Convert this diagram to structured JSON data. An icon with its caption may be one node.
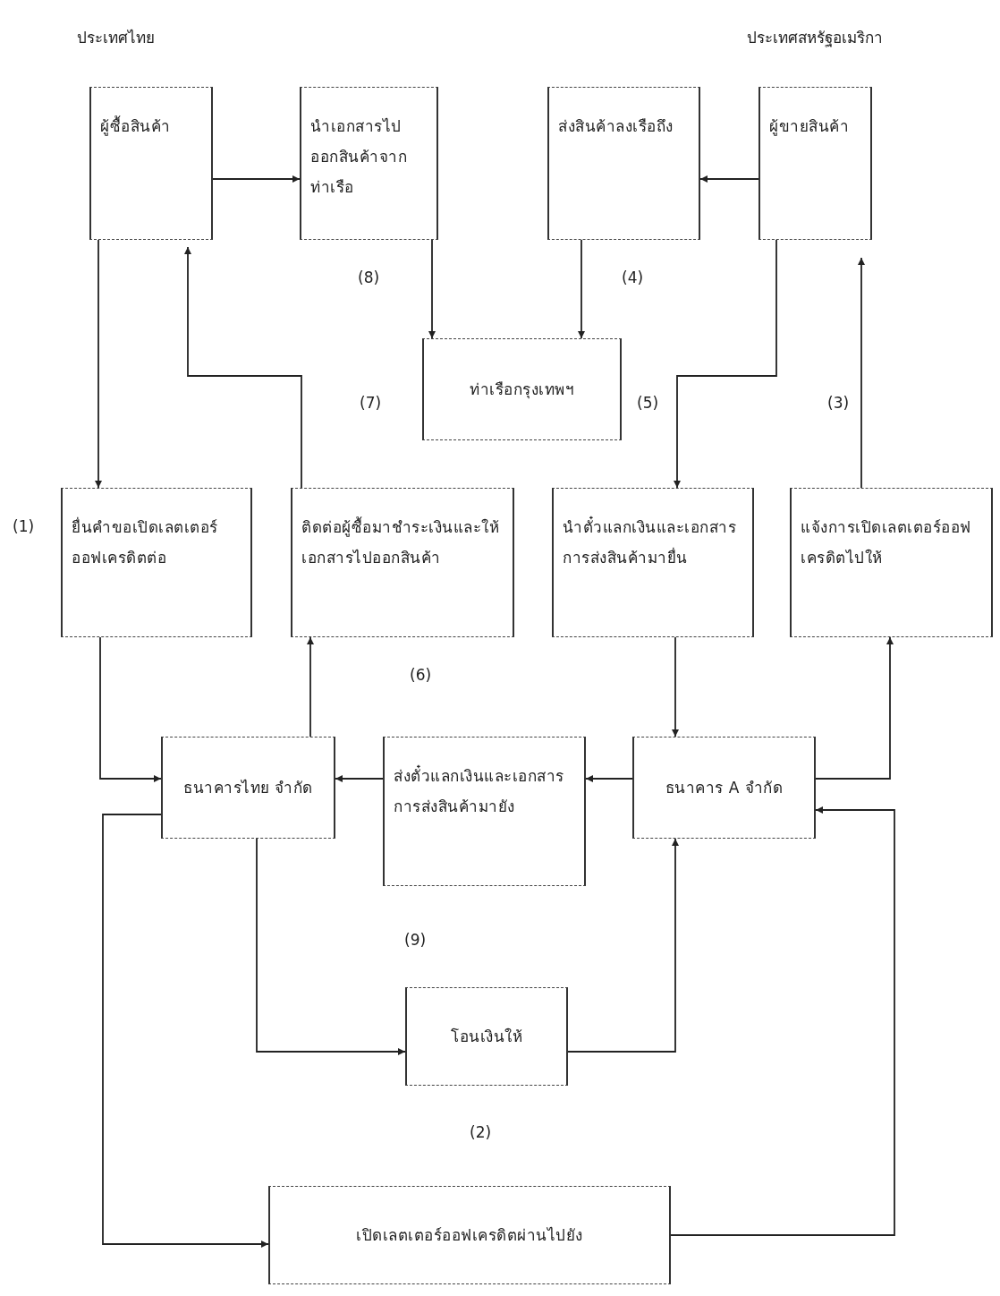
{
  "diagram": {
    "nodes": [
      {
        "text": [
          "ผู้ซื้อสินค้า"
        ]
      },
      {
        "text": [
          "นำเอกสารไปออกสินค้าจากท่าเรือ"
        ]
      },
      {
        "text": [
          "ส่งสินค้าลงเรือถึง"
        ]
      },
      {
        "text": [
          "ผู้ขายสินค้า"
        ]
      },
      {
        "text": [
          "ท่าเรือกรุงเทพฯ"
        ]
      },
      {
        "text": [
          "ยื่นคำขอเปิดเลตเตอร์ออฟเครดิตต่อ"
        ]
      },
      {
        "text": [
          "ติดต่อผู้ซื้อมาชำระเงินและให้เอกสารไปออกสินค้า"
        ]
      },
      {
        "text": [
          "นำตั๋วแลกเงินและเอกสารการส่งสินค้ามายื่น"
        ]
      },
      {
        "text": [
          "แจ้งการเปิดเลตเตอร์ออฟเครดิตไปให้"
        ]
      },
      {
        "text": [
          "ธนาคารไทย จำกัด"
        ]
      },
      {
        "text": [
          "ส่งตั๋วแลกเงินและเอกสารการส่งสินค้ามายัง"
        ]
      },
      {
        "text": [
          "ธนาคาร A จำกัด"
        ]
      },
      {
        "text": [
          "โอนเงินให้"
        ]
      },
      {
        "text": [
          "เปิดเลตเตอร์ออฟเครดิตผ่านไปยัง"
        ]
      }
    ],
    "edges": [
      {
        "from": 0,
        "to": 1,
        "arrow": "to"
      },
      {
        "from": 3,
        "to": 2,
        "arrow": "to"
      },
      {
        "from": 1,
        "to": 4,
        "arrow": "to"
      },
      {
        "from": 2,
        "to": 4,
        "arrow": "to"
      },
      {
        "from": 0,
        "to": 5,
        "arrow": "to"
      },
      {
        "from": 3,
        "to": 7,
        "arrow": "to"
      },
      {
        "from": 8,
        "to": 3,
        "arrow": "to"
      },
      {
        "from": 6,
        "to": 0,
        "arrow": "to"
      },
      {
        "from": 5,
        "to": 9,
        "arrow": "to"
      },
      {
        "from": 9,
        "to": 6,
        "arrow": "to"
      },
      {
        "from": 7,
        "to": 11,
        "arrow": "to"
      },
      {
        "from": 11,
        "to": 10,
        "arrow": "to"
      },
      {
        "from": 10,
        "to": 9,
        "arrow": "to"
      },
      {
        "from": 11,
        "to": 8,
        "arrow": "to"
      },
      {
        "from": 9,
        "to": 12,
        "arrow": "to"
      },
      {
        "from": 12,
        "to": 11,
        "arrow": "to"
      },
      {
        "from": 9,
        "to": 13,
        "arrow": "to"
      },
      {
        "from": 13,
        "to": 11,
        "arrow": "to"
      }
    ],
    "labels": [
      "ประเทศไทย",
      "ประเทศสหรัฐอเมริกา",
      "(8)",
      "(4)",
      "(7)",
      "(5)",
      "(3)",
      "(1)",
      "(6)",
      "(9)",
      "(2)"
    ]
  }
}
